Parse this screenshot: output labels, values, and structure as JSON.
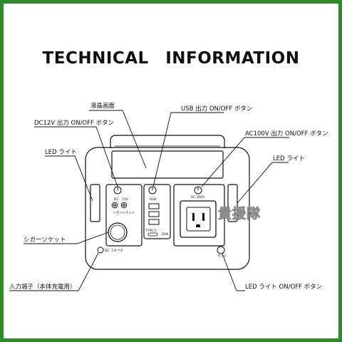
{
  "title": "TECHNICAL　INFORMATION",
  "callouts": {
    "lcd": "液晶画面",
    "usb": "USB 出力 ON/OFF ボタン",
    "dc12v": "DC12V 出力 ON/OFF ボタン",
    "ac100v": "AC100V 出力 ON/OFF ボタン",
    "led_left": "LED ライト",
    "led_right": "LED ライト",
    "cigar": "シガーソケット",
    "input": "入力端子（本体充電用）",
    "led_switch": "LED ライト ON/OFF ボタン"
  },
  "device": {
    "dc_label": "DC　12V",
    "cigar_label": "シガーソケット",
    "usb_label": "USB",
    "ac_label": "AC 100V",
    "dc_input_label": "DC コネクタ",
    "light_label": "ライト",
    "typec_label": "TYPE-C",
    "watt_label": "30W"
  },
  "watermark": "貴援隊",
  "colors": {
    "frame": "#2f8a2a",
    "ink": "#111111"
  }
}
